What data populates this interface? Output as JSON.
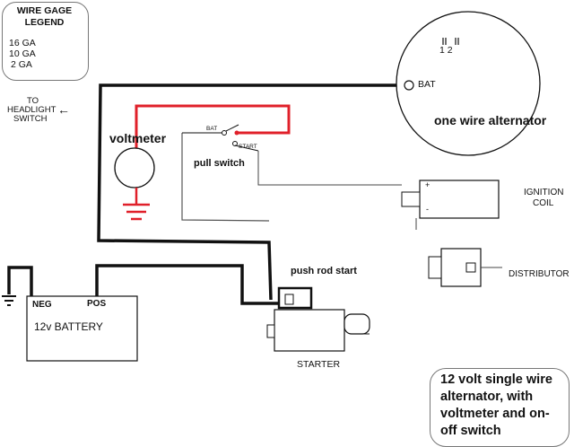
{
  "legend": {
    "title_line1": "WIRE GAGE",
    "title_line2": "LEGEND",
    "items": [
      "16 GA",
      "10 GA",
      "2 GA"
    ]
  },
  "alternator": {
    "label": "one wire alternator",
    "terminal_bat": "BAT",
    "terminal_numbers": "1 2"
  },
  "headlight": {
    "line1": "TO",
    "line2": "HEADLIGHT",
    "line3": "SWITCH",
    "arrow": "←"
  },
  "voltmeter": {
    "label": "voltmeter"
  },
  "pull_switch": {
    "label": "pull switch",
    "terminal_bat": "BAT",
    "terminal_start": "START"
  },
  "ignition_coil": {
    "line1": "IGNITION",
    "line2": "COIL",
    "plus": "+",
    "minus": "-"
  },
  "distributor": {
    "label": "DISTRIBUTOR"
  },
  "push_rod": {
    "label": "push rod start"
  },
  "battery": {
    "neg": "NEG",
    "pos": "POS",
    "label": "12v BATTERY"
  },
  "starter": {
    "label": "STARTER"
  },
  "caption": {
    "text": "12 volt single wire alternator, with voltmeter and on-off switch"
  },
  "colors": {
    "wire_black": "#111111",
    "wire_red": "#e0202a",
    "wire_thin": "#555555"
  }
}
